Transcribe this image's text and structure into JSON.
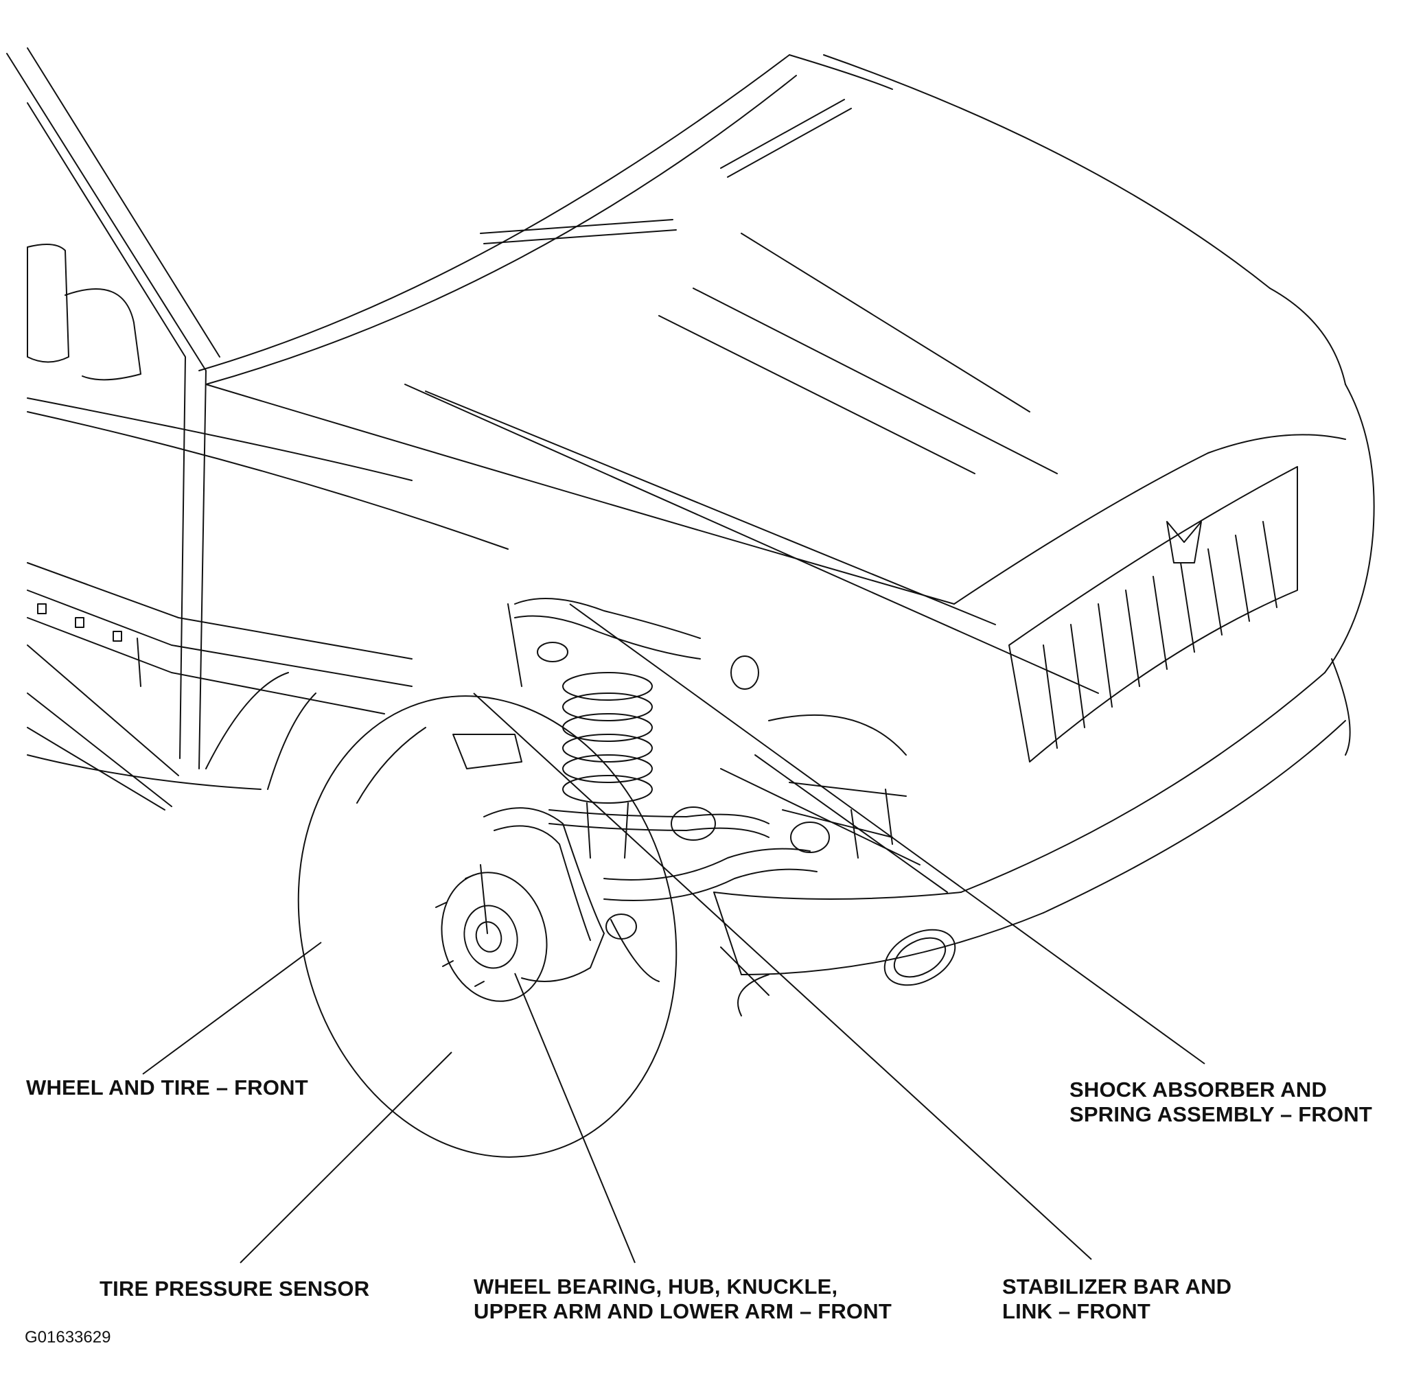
{
  "labels": {
    "wheel_tire": "WHEEL AND TIRE – FRONT",
    "shock_line1": "SHOCK ABSORBER AND",
    "shock_line2": "SPRING ASSEMBLY – FRONT",
    "tpms": "TIRE PRESSURE SENSOR",
    "bearing_line1": "WHEEL BEARING, HUB, KNUCKLE,",
    "bearing_line2": "UPPER ARM AND LOWER ARM – FRONT",
    "stabilizer_line1": "STABILIZER BAR AND",
    "stabilizer_line2": "LINK – FRONT"
  },
  "figure_id": "G01633629"
}
